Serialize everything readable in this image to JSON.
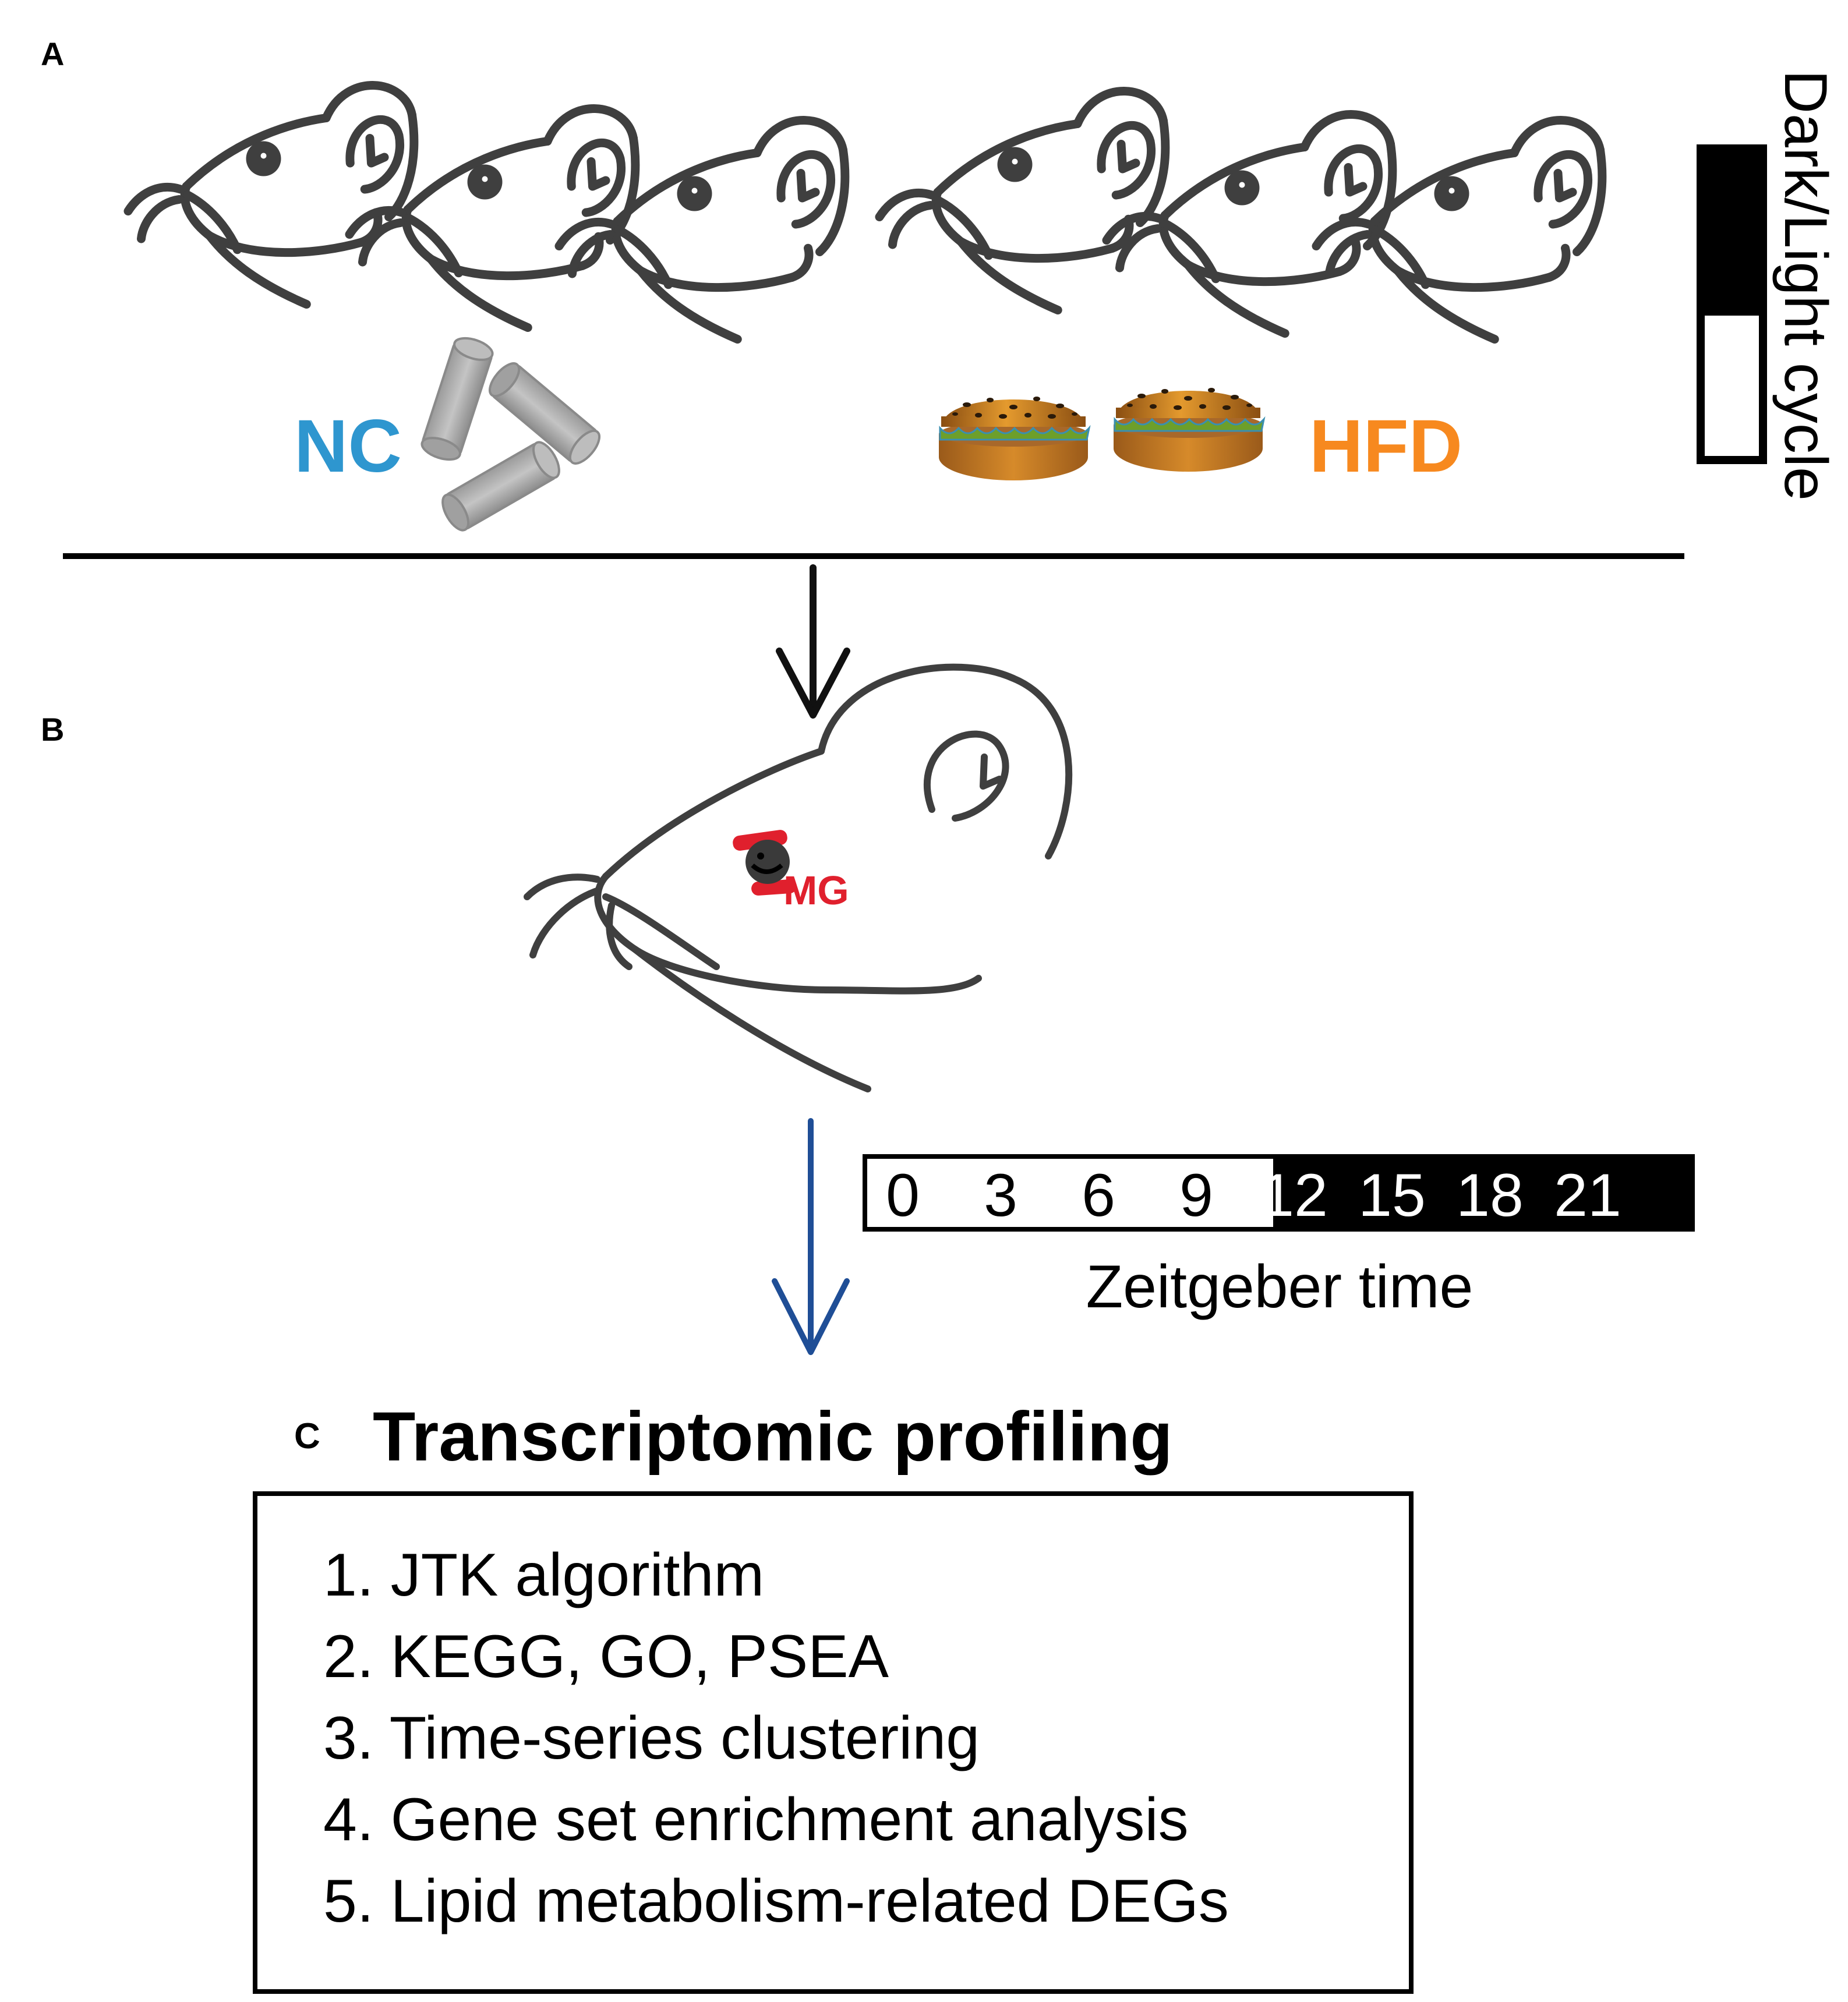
{
  "panel_a": {
    "label": "A",
    "groups": [
      {
        "label": "NC",
        "color": "#2e96cf"
      },
      {
        "label": "HFD",
        "color": "#f7891f"
      }
    ],
    "cycle_label": "Dark/Light cycle"
  },
  "panel_b": {
    "label": "B",
    "tissue_label": "MG",
    "tissue_color": "#e0202d",
    "timeline": {
      "ticks": [
        "0",
        "3",
        "6",
        "9",
        "12",
        "15",
        "18",
        "21"
      ],
      "light_count": 4,
      "caption": "Zeitgeber time"
    }
  },
  "panel_c": {
    "label": "C",
    "title": "Transcriptomic profiling",
    "items": [
      "1. JTK algorithm",
      "2. KEGG, GO, PSEA",
      "3. Time-series clustering",
      "4. Gene set enrichment analysis",
      "5. Lipid metabolism-related DEGs"
    ]
  },
  "colors": {
    "outline": "#3f3f3f",
    "arrow_black": "#111111",
    "arrow_blue": "#1f4e96",
    "pellet": "#a6a6a6"
  }
}
